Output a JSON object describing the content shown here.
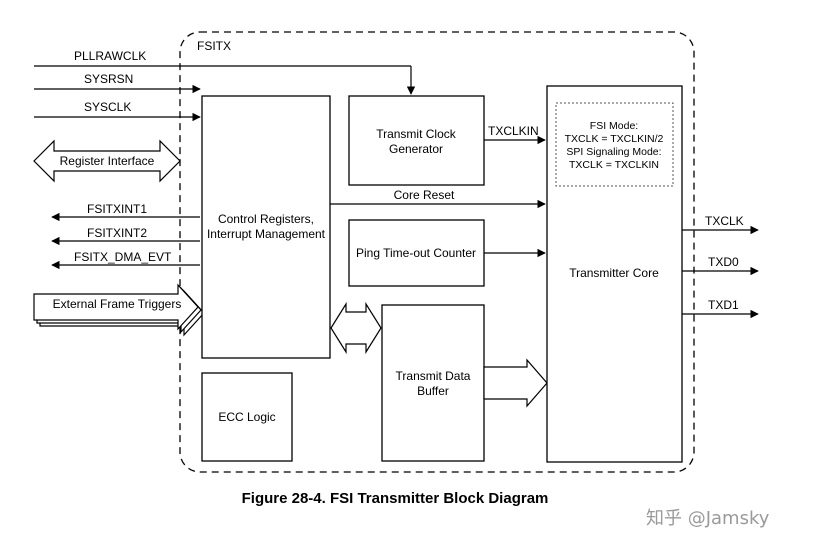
{
  "module_label": "FSITX",
  "inputs": {
    "pllrawclk": "PLLRAWCLK",
    "sysrsn": "SYSRSN",
    "sysclk": "SYSCLK",
    "register_interface": "Register Interface",
    "external_frame_triggers": "External Frame Triggers"
  },
  "outputs_left": {
    "fsitxint1": "FSITXINT1",
    "fsitxint2": "FSITXINT2",
    "fsitx_dma_evt": "FSITX_DMA_EVT"
  },
  "blocks": {
    "control_registers": [
      "Control Registers,",
      "Interrupt Management"
    ],
    "transmit_clock_generator": [
      "Transmit Clock",
      "Generator"
    ],
    "ping_timeout_counter": "Ping Time-out Counter",
    "transmit_data_buffer": [
      "Transmit Data",
      "Buffer"
    ],
    "ecc_logic": "ECC Logic",
    "transmitter_core": "Transmitter Core",
    "mode_note": [
      "FSI Mode:",
      "TXCLK = TXCLKIN/2",
      "SPI Signaling Mode:",
      "TXCLK = TXCLKIN"
    ]
  },
  "signals": {
    "txclkin": "TXCLKIN",
    "core_reset": "Core Reset"
  },
  "outputs_right": {
    "txclk": "TXCLK",
    "txd0": "TXD0",
    "txd1": "TXD1"
  },
  "caption": "Figure 28-4. FSI Transmitter Block Diagram",
  "watermark": "知乎 @Jamsky"
}
